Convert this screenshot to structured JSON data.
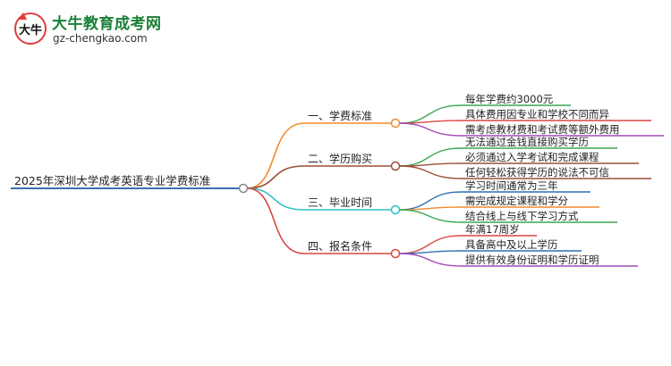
{
  "logo": {
    "title": "大牛教育成考网",
    "url": "gz-chengkao.com",
    "mark_char": "大牛"
  },
  "root": {
    "label": "2025年深圳大学成考英语专业学费标准"
  },
  "branches": [
    {
      "label": "一、学费标准",
      "color": "#f28a2b",
      "leaves": [
        {
          "label": "每年学费约3000元",
          "color": "#3aa655"
        },
        {
          "label": "具体费用因专业和学校不同而异",
          "color": "#d9473f"
        },
        {
          "label": "需考虑教材费和考试费等额外费用",
          "color": "#a24bb8"
        }
      ]
    },
    {
      "label": "二、学历购买",
      "color": "#9a4f3a",
      "leaves": [
        {
          "label": "无法通过金钱直接购买学历",
          "color": "#3aa655"
        },
        {
          "label": "必须通过入学考试和完成课程",
          "color": "#9a4f3a"
        },
        {
          "label": "任何轻松获得学历的说法不可信",
          "color": "#9a4f3a"
        }
      ]
    },
    {
      "label": "三、毕业时间",
      "color": "#2cc0c8",
      "leaves": [
        {
          "label": "学习时间通常为三年",
          "color": "#2f6fb5"
        },
        {
          "label": "需完成规定课程和学分",
          "color": "#f28a2b"
        },
        {
          "label": "结合线上与线下学习方式",
          "color": "#3aa655"
        }
      ]
    },
    {
      "label": "四、报名条件",
      "color": "#d9473f",
      "leaves": [
        {
          "label": "年满17周岁",
          "color": "#d9473f"
        },
        {
          "label": "具备高中及以上学历",
          "color": "#2f6fb5"
        },
        {
          "label": "提供有效身份证明和学历证明",
          "color": "#a24bb8"
        }
      ]
    }
  ],
  "colors": {
    "root_line": "#3a6fb0"
  }
}
